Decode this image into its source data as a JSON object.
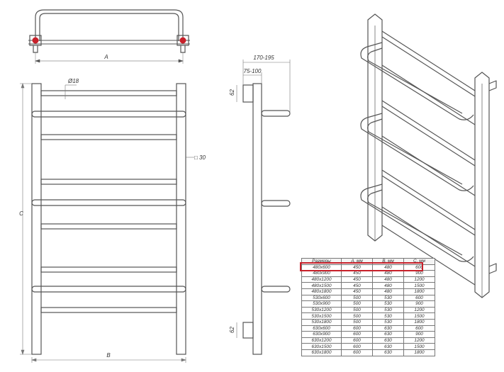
{
  "dimensions": {
    "a": "A",
    "b": "B",
    "c": "C",
    "tube_diameter": "Ø18",
    "profile_square": "□ 30",
    "depth_total": "170-195",
    "depth_wall": "75-100",
    "mount_top": "62",
    "mount_bottom": "62"
  },
  "size_table": {
    "headers": [
      "Размеры",
      "A, мм",
      "B, мм",
      "C, мм"
    ],
    "rows": [
      [
        "480x600",
        "450",
        "480",
        "600"
      ],
      [
        "480x900",
        "450",
        "480",
        "900"
      ],
      [
        "480x1200",
        "450",
        "480",
        "1200"
      ],
      [
        "480x1500",
        "450",
        "480",
        "1500"
      ],
      [
        "480x1800",
        "450",
        "480",
        "1800"
      ],
      [
        "530x600",
        "500",
        "530",
        "600"
      ],
      [
        "530x900",
        "500",
        "530",
        "900"
      ],
      [
        "530x1200",
        "500",
        "530",
        "1200"
      ],
      [
        "530x1500",
        "500",
        "530",
        "1500"
      ],
      [
        "530x1800",
        "500",
        "530",
        "1800"
      ],
      [
        "630x600",
        "600",
        "630",
        "600"
      ],
      [
        "630x900",
        "600",
        "630",
        "900"
      ],
      [
        "630x1200",
        "600",
        "630",
        "1200"
      ],
      [
        "630x1500",
        "600",
        "630",
        "1500"
      ],
      [
        "630x1800",
        "600",
        "630",
        "1800"
      ]
    ],
    "highlight_color": "#c8202a"
  }
}
